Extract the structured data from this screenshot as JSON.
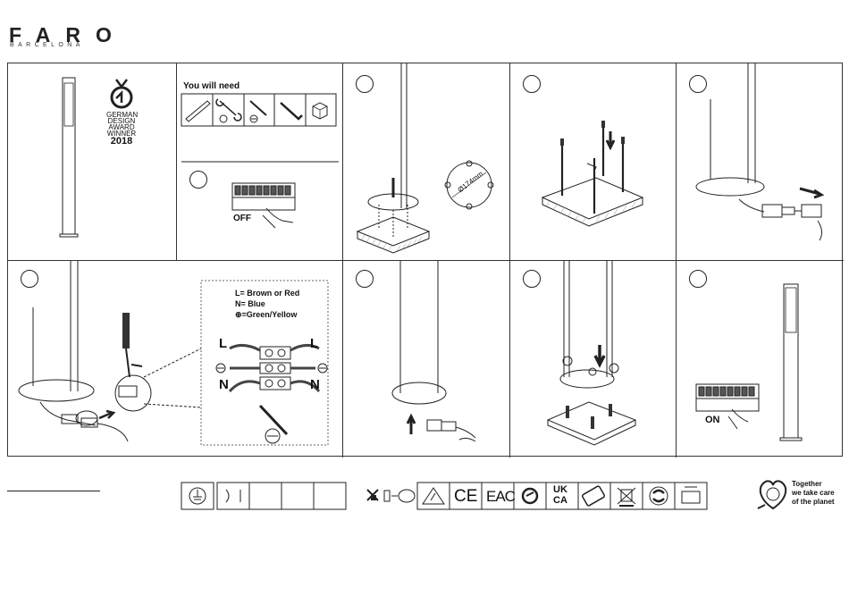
{
  "brand": {
    "name": "FARO",
    "subtitle": "BARCELONA"
  },
  "award": {
    "line1": "GERMAN",
    "line2": "DESIGN",
    "line3": "AWARD",
    "line4": "WINNER",
    "year": "2018"
  },
  "tools": {
    "title": "You will need",
    "items": [
      "pencil-icon",
      "wrench-icon",
      "screwdriver-flat-icon",
      "allen-key-icon",
      "hex-nut-icon"
    ]
  },
  "switch": {
    "off_label": "OFF",
    "on_label": "ON"
  },
  "drilling": {
    "diameter_label": "Ø174mm"
  },
  "wiring": {
    "legend_line1": "L= Brown or Red",
    "legend_line2": "N= Blue",
    "legend_line3": "⊕=Green/Yellow",
    "live_label": "L",
    "neutral_label": "N"
  },
  "eco": {
    "line1": "Together",
    "line2": "we take care",
    "line3": "of the planet"
  },
  "certifications": [
    "earth-class-icon",
    "class-ii-icon",
    "blank",
    "blank",
    "blank",
    "no-insulation-cover-icon",
    "repair-service-icon",
    "esd-warning-icon",
    "ce-mark-icon",
    "eac-mark-icon",
    "recycling-loop-icon",
    "ukca-mark-icon",
    "weee-icon",
    "crossed-bin-icon",
    "green-dot-icon",
    "packaging-icon"
  ],
  "cert_text": {
    "ukca_1": "UK",
    "ukca_2": "CA",
    "eac": "EAC",
    "ce": "CE"
  },
  "colors": {
    "line": "#222222",
    "light": "#888888"
  }
}
